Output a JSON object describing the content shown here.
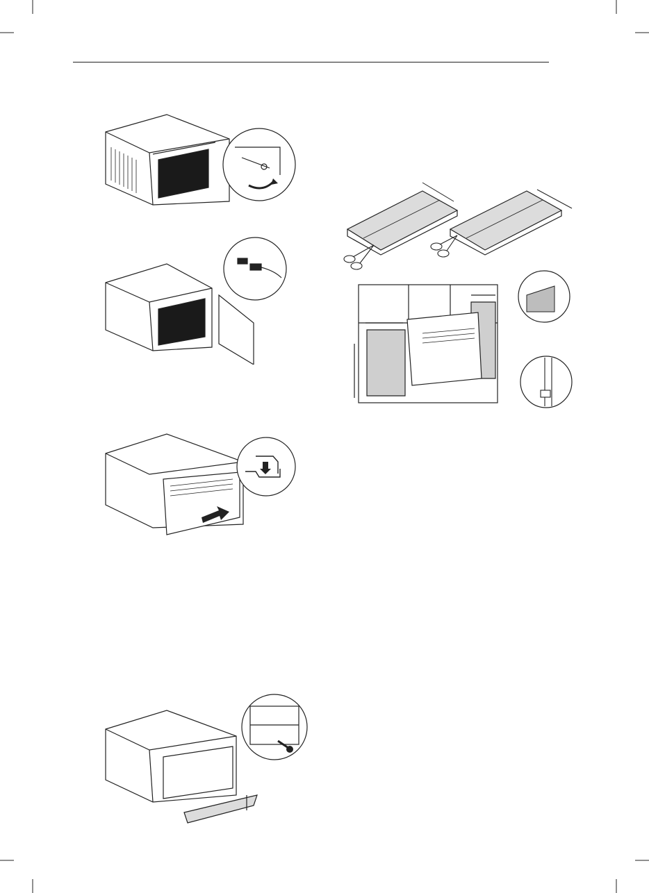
{
  "page": {
    "kind": "installation-manual-illustration-page",
    "colors": {
      "line": "#222222",
      "panel_fill": "#dcdcdc",
      "grille_fill": "#1a1a1a",
      "foam_fill": "#cfcfcf",
      "paper": "#ffffff"
    }
  },
  "figures": [
    {
      "id": "remove-front-grille-screw",
      "icons": [
        "air-conditioner-icon",
        "magnifier-circle-icon",
        "rotate-arrow-icon"
      ]
    },
    {
      "id": "disconnect-cable",
      "icons": [
        "air-conditioner-icon",
        "magnifier-circle-icon",
        "connector-icon",
        "front-panel-icon"
      ]
    },
    {
      "id": "attach-front-panel",
      "icons": [
        "air-conditioner-icon",
        "magnifier-circle-icon",
        "hook-arrow-icon",
        "push-arrow-icon"
      ]
    },
    {
      "id": "install-bottom-cover",
      "icons": [
        "air-conditioner-icon",
        "magnifier-circle-icon",
        "screw-icon",
        "bottom-cover-icon"
      ]
    },
    {
      "id": "cut-foam-panels",
      "icons": [
        "foam-panel-icon",
        "scissors-icon",
        "dimension-arrow-icon"
      ]
    },
    {
      "id": "insert-foam-in-window",
      "icons": [
        "window-icon",
        "air-conditioner-icon",
        "magnifier-circle-icon",
        "dimension-arrow-icon"
      ]
    }
  ]
}
